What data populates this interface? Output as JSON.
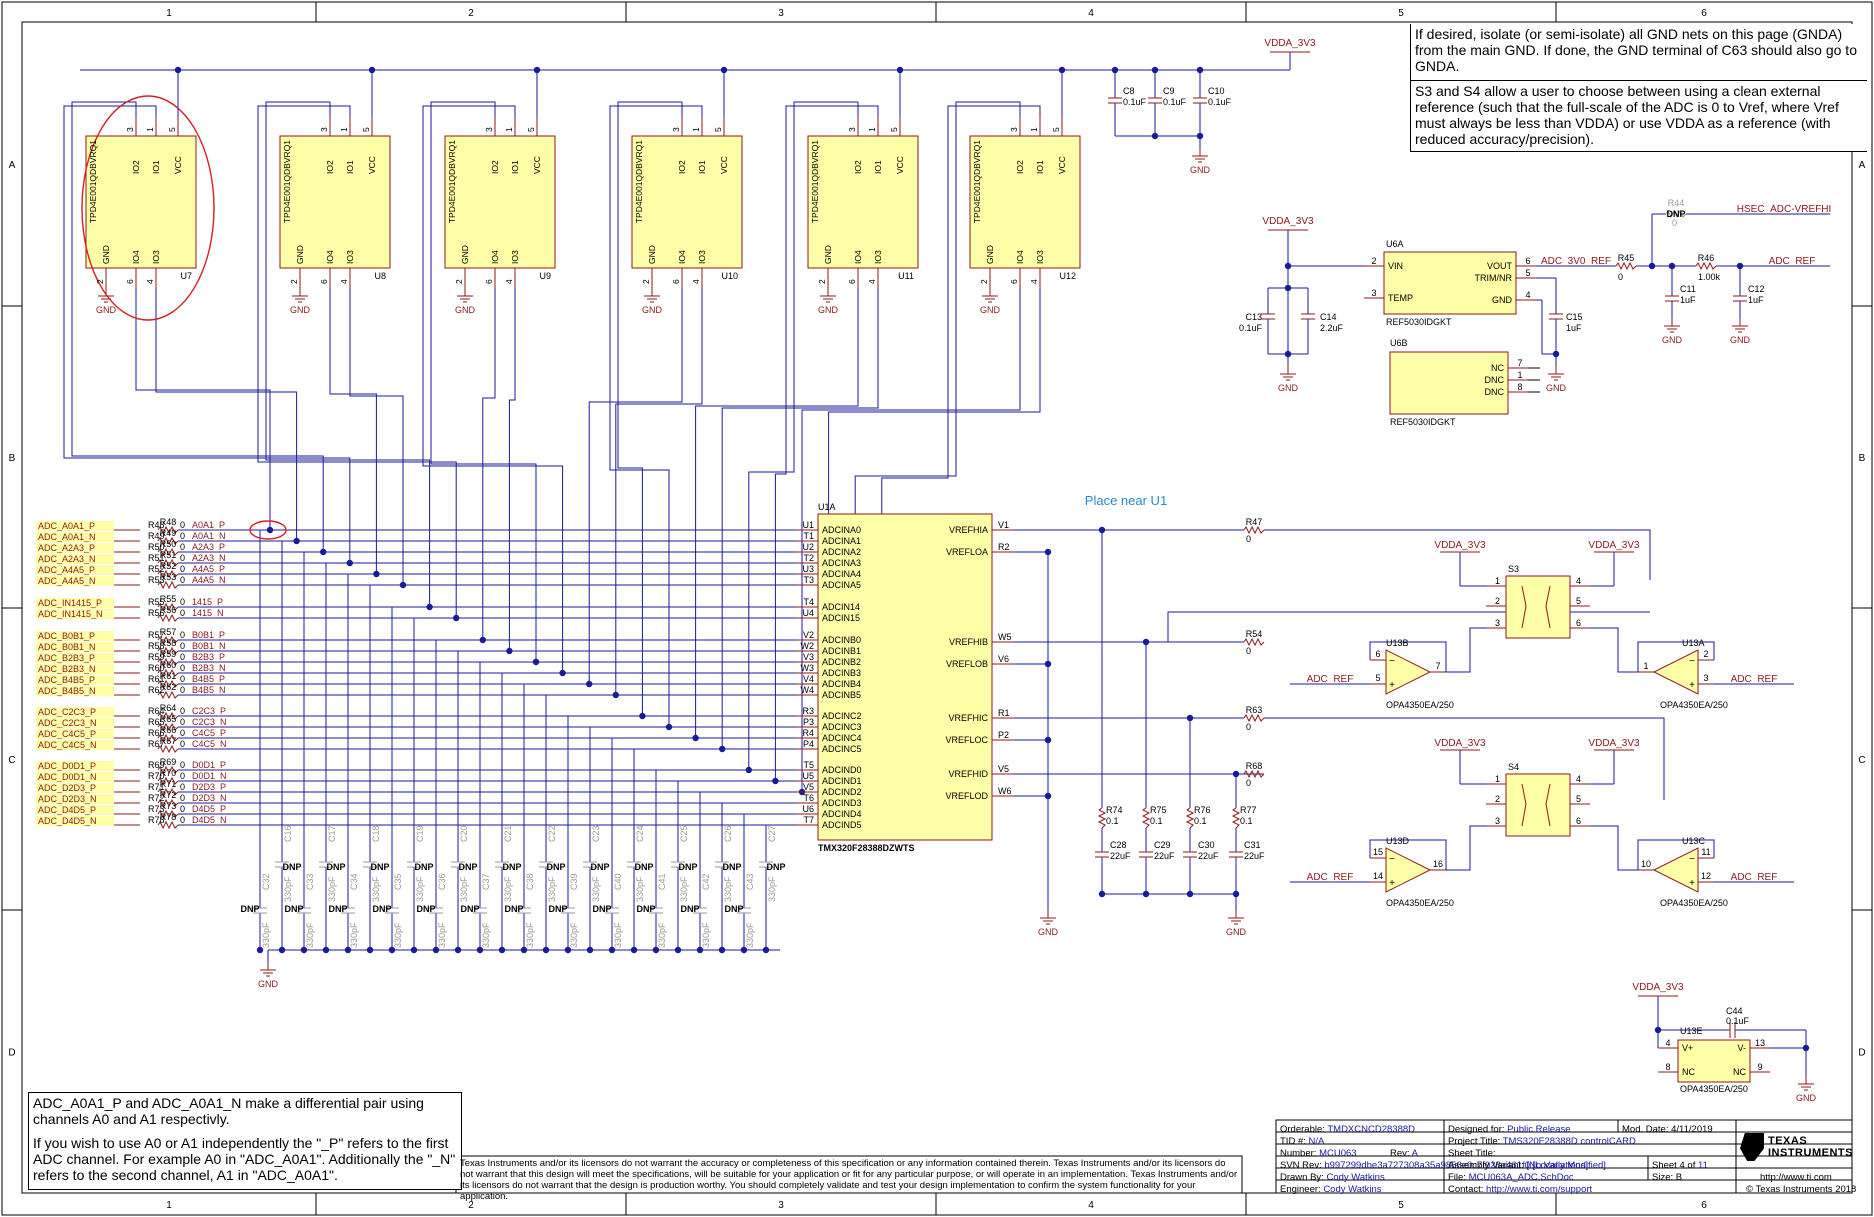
{
  "frame": {
    "columns": [
      "1",
      "2",
      "3",
      "4",
      "5",
      "6"
    ],
    "rows": [
      "A",
      "B",
      "C",
      "D"
    ]
  },
  "notes": {
    "gnda": "If desired, isolate (or semi-isolate) all GND nets on this page (GNDA) from the main GND. If done, the GND terminal of C63 should also go to GNDA.",
    "vref": "S3 and S4 allow a user to choose between using a clean external reference (such that the full-scale of the ADC is 0 to Vref, where Vref must always be less than VDDA) or use VDDA as a reference (with reduced accuracy/precision).",
    "diff_line1": "ADC_A0A1_P and ADC_A0A1_N make a differential pair using channels A0 and A1 respectivly.",
    "diff_line2": "If you wish to use A0 or A1 independently the \"_P\" refers to the first ADC channel. For example A0 in \"ADC_A0A1\". Additionally the \"_N\" refers to the second channel, A1 in \"ADC_A0A1\".",
    "disclaimer": "Texas Instruments and/or its licensors do not warrant the accuracy or completeness of this specification or any information contained therein. Texas Instruments and/or its licensors do not warrant that this design will meet the specifications, will be suitable for your application or fit for any particular purpose, or will operate in an implementation. Texas Instruments and/or its licensors do not warrant that the design is production worthy. You should completely validate and test your design implementation to confirm the system functionality for your application."
  },
  "labels": {
    "place_near": "Place near U1",
    "vdda": "VDDA_3V3",
    "gnd": "GND",
    "dnp": "DNP",
    "tvs_part": "TPD4E001QDBVRQ1",
    "tvs_pins": [
      "GND",
      "IO4",
      "IO3",
      "IO2",
      "IO1",
      "VCC"
    ],
    "tvs_pin_nums": [
      "2",
      "6",
      "4",
      "3",
      "1",
      "5"
    ],
    "opamp_part": "OPA4350EA/250",
    "mcu_part": "TMX320F28388DZWTS",
    "mcu_ref": "U1A",
    "ref_part": "REF5030IDGKT",
    "switch_pins": [
      "1",
      "2",
      "3",
      "4",
      "5",
      "6"
    ],
    "r_zero": "0",
    "r_tenth": "0.1",
    "cap_330": "330pF",
    "adc_3v0_ref": "ADC_3V0_REF",
    "adc_ref": "ADC_REF",
    "hsec_ref": "HSEC_ADC-VREFHI",
    "r45": "R45",
    "r46": "R46",
    "r46_val": "1.00k",
    "r44": "R44"
  },
  "tvs_refs": [
    "U7",
    "U8",
    "U9",
    "U10",
    "U11",
    "U12"
  ],
  "top_caps": [
    {
      "ref": "C8",
      "val": "0.1uF"
    },
    {
      "ref": "C9",
      "val": "0.1uF"
    },
    {
      "ref": "C10",
      "val": "0.1uF"
    }
  ],
  "ref_caps": [
    {
      "ref": "C13",
      "val": "0.1uF"
    },
    {
      "ref": "C14",
      "val": "2.2uF"
    },
    {
      "ref": "C15",
      "val": "1uF"
    },
    {
      "ref": "C11",
      "val": "1uF"
    },
    {
      "ref": "C12",
      "val": "1uF"
    }
  ],
  "u6a": {
    "ref": "U6A",
    "pins_left": [
      {
        "num": "2",
        "name": "VIN"
      },
      {
        "num": "3",
        "name": "TEMP"
      }
    ],
    "pins_right": [
      {
        "num": "6",
        "name": "VOUT"
      },
      {
        "num": "5",
        "name": "TRIM/NR"
      },
      {
        "num": "4",
        "name": "GND"
      }
    ]
  },
  "u6b": {
    "ref": "U6B",
    "pins": [
      {
        "num": "7",
        "name": "NC"
      },
      {
        "num": "1",
        "name": "DNC"
      },
      {
        "num": "8",
        "name": "DNC"
      }
    ]
  },
  "adc_rows": [
    {
      "net": "ADC_A0A1_P",
      "r": "R48",
      "sig": "A0A1_P",
      "pin": "U1",
      "name": "ADCINA0"
    },
    {
      "net": "ADC_A0A1_N",
      "r": "R49",
      "sig": "A0A1_N",
      "pin": "T1",
      "name": "ADCINA1"
    },
    {
      "net": "ADC_A2A3_P",
      "r": "R50",
      "sig": "A2A3_P",
      "pin": "U2",
      "name": "ADCINA2"
    },
    {
      "net": "ADC_A2A3_N",
      "r": "R51",
      "sig": "A2A3_N",
      "pin": "T2",
      "name": "ADCINA3"
    },
    {
      "net": "ADC_A4A5_P",
      "r": "R52",
      "sig": "A4A5_P",
      "pin": "U3",
      "name": "ADCINA4"
    },
    {
      "net": "ADC_A4A5_N",
      "r": "R53",
      "sig": "A4A5_N",
      "pin": "T3",
      "name": "ADCINA5"
    },
    {
      "net": "ADC_IN1415_P",
      "r": "R55",
      "sig": "1415_P",
      "pin": "T4",
      "name": "ADCIN14"
    },
    {
      "net": "ADC_IN1415_N",
      "r": "R56",
      "sig": "1415_N",
      "pin": "U4",
      "name": "ADCIN15"
    },
    {
      "net": "ADC_B0B1_P",
      "r": "R57",
      "sig": "B0B1_P",
      "pin": "V2",
      "name": "ADCINB0"
    },
    {
      "net": "ADC_B0B1_N",
      "r": "R58",
      "sig": "B0B1_N",
      "pin": "W2",
      "name": "ADCINB1"
    },
    {
      "net": "ADC_B2B3_P",
      "r": "R59",
      "sig": "B2B3_P",
      "pin": "V3",
      "name": "ADCINB2"
    },
    {
      "net": "ADC_B2B3_N",
      "r": "R60",
      "sig": "B2B3_N",
      "pin": "W3",
      "name": "ADCINB3"
    },
    {
      "net": "ADC_B4B5_P",
      "r": "R61",
      "sig": "B4B5_P",
      "pin": "V4",
      "name": "ADCINB4"
    },
    {
      "net": "ADC_B4B5_N",
      "r": "R62",
      "sig": "B4B5_N",
      "pin": "W4",
      "name": "ADCINB5"
    },
    {
      "net": "ADC_C2C3_P",
      "r": "R64",
      "sig": "C2C3_P",
      "pin": "R3",
      "name": "ADCINC2"
    },
    {
      "net": "ADC_C2C3_N",
      "r": "R65",
      "sig": "C2C3_N",
      "pin": "P3",
      "name": "ADCINC3"
    },
    {
      "net": "ADC_C4C5_P",
      "r": "R66",
      "sig": "C4C5_P",
      "pin": "R4",
      "name": "ADCINC4"
    },
    {
      "net": "ADC_C4C5_N",
      "r": "R67",
      "sig": "C4C5_N",
      "pin": "P4",
      "name": "ADCINC5"
    },
    {
      "net": "ADC_D0D1_P",
      "r": "R69",
      "sig": "D0D1_P",
      "pin": "T5",
      "name": "ADCIND0"
    },
    {
      "net": "ADC_D0D1_N",
      "r": "R70",
      "sig": "D0D1_N",
      "pin": "U5",
      "name": "ADCIND1"
    },
    {
      "net": "ADC_D2D3_P",
      "r": "R71",
      "sig": "D2D3_P",
      "pin": "V5",
      "name": "ADCIND2"
    },
    {
      "net": "ADC_D2D3_N",
      "r": "R72",
      "sig": "D2D3_N",
      "pin": "T6",
      "name": "ADCIND3"
    },
    {
      "net": "ADC_D4D5_P",
      "r": "R73",
      "sig": "D4D5_P",
      "pin": "U6",
      "name": "ADCIND4"
    },
    {
      "net": "ADC_D4D5_N",
      "r": "R78",
      "sig": "D4D5_N",
      "pin": "T7",
      "name": "ADCIND5"
    }
  ],
  "vref_pins": [
    {
      "name": "VREFHIA",
      "pin": "V1"
    },
    {
      "name": "VREFLOA",
      "pin": "R2"
    },
    {
      "name": "VREFHIB",
      "pin": "W5"
    },
    {
      "name": "VREFLOB",
      "pin": "V6"
    },
    {
      "name": "VREFHIC",
      "pin": "R1"
    },
    {
      "name": "VREFLOC",
      "pin": "P2"
    },
    {
      "name": "VREFHID",
      "pin": "V5"
    },
    {
      "name": "VREFLOD",
      "pin": "W6"
    }
  ],
  "vref_res": [
    {
      "ref": "R47",
      "val": "0"
    },
    {
      "ref": "R54",
      "val": "0"
    },
    {
      "ref": "R63",
      "val": "0"
    },
    {
      "ref": "R68",
      "val": "0"
    }
  ],
  "vref_small_res": [
    {
      "ref": "R74",
      "val": "0.1"
    },
    {
      "ref": "R75",
      "val": "0.1"
    },
    {
      "ref": "R76",
      "val": "0.1"
    },
    {
      "ref": "R77",
      "val": "0.1"
    }
  ],
  "vref_caps": [
    {
      "ref": "C28",
      "val": "22uF"
    },
    {
      "ref": "C29",
      "val": "22uF"
    },
    {
      "ref": "C30",
      "val": "22uF"
    },
    {
      "ref": "C31",
      "val": "22uF"
    }
  ],
  "switches": [
    "S3",
    "S4"
  ],
  "opamps": [
    {
      "ref": "U13B",
      "pin_m": "6",
      "pin_p": "5",
      "pin_o": "7"
    },
    {
      "ref": "U13A",
      "pin_m": "2",
      "pin_p": "3",
      "pin_o": "1"
    },
    {
      "ref": "U13D",
      "pin_m": "15",
      "pin_p": "14",
      "pin_o": "16"
    },
    {
      "ref": "U13C",
      "pin_m": "11",
      "pin_p": "12",
      "pin_o": "10"
    }
  ],
  "u13e": {
    "ref": "U13E",
    "cap_ref": "C44",
    "cap_val": "0.1uF",
    "pins": [
      {
        "num": "4",
        "name": "V+"
      },
      {
        "num": "13",
        "name": "V-"
      },
      {
        "num": "8",
        "name": "NC"
      },
      {
        "num": "9",
        "name": "NC"
      }
    ]
  },
  "filter_caps_top": [
    "C16",
    "C17",
    "C18",
    "C19",
    "C20",
    "C21",
    "C22",
    "C23",
    "C24",
    "C25",
    "C26",
    "C27"
  ],
  "filter_caps_bot": [
    "C32",
    "C33",
    "C34",
    "C35",
    "C36",
    "C37",
    "C38",
    "C39",
    "C40",
    "C41",
    "C42",
    "C43"
  ],
  "title_block": {
    "orderable_label": "Orderable:",
    "orderable": "TMDXCNCD28388D",
    "tid_label": "TID #:",
    "tid": "N/A",
    "number_label": "Number:",
    "number": "MCU063",
    "rev_label": "Rev:",
    "rev": "A",
    "svn_label": "SVN Rev:",
    "svn": "b997299dbe3a727308a35a9856e0c7f928a461f0 [Locally Modified]",
    "drawn_label": "Drawn By:",
    "drawn": "Cody Watkins",
    "engineer_label": "Engineer:",
    "engineer": "Cody Watkins",
    "designed_for_label": "Designed for:",
    "designed_for": "Public Release",
    "mod_date_label": "Mod. Date:",
    "mod_date": "4/11/2019",
    "project_label": "Project Title:",
    "project": "TMS320F28388D controlCARD",
    "sheet_title_label": "Sheet Title:",
    "assembly_label": "Assembly Variant:",
    "assembly": "[No Variations]",
    "sheet_label": "Sheet",
    "sheet": "4",
    "of_label": "of",
    "of": "11",
    "file_label": "File:",
    "file": "MCU063A_ADC.SchDoc",
    "size_label": "Size:",
    "size": "B",
    "contact_label": "Contact:",
    "contact": "http://www.ti.com/support",
    "website": "http://www.ti.com",
    "copyright": "© Texas Instruments",
    "year": "2018",
    "logo_line1": "TEXAS",
    "logo_line2": "INSTRUMENTS"
  },
  "colors": {
    "wire": "#1a1a9c",
    "component_fill": "#ffffa8",
    "component_border": "#8b1a1a",
    "net_label": "#8b1a1a",
    "highlight": "#d42020",
    "note_text": "#2a8bd0",
    "dnp_gray": "#9a9a9a"
  }
}
